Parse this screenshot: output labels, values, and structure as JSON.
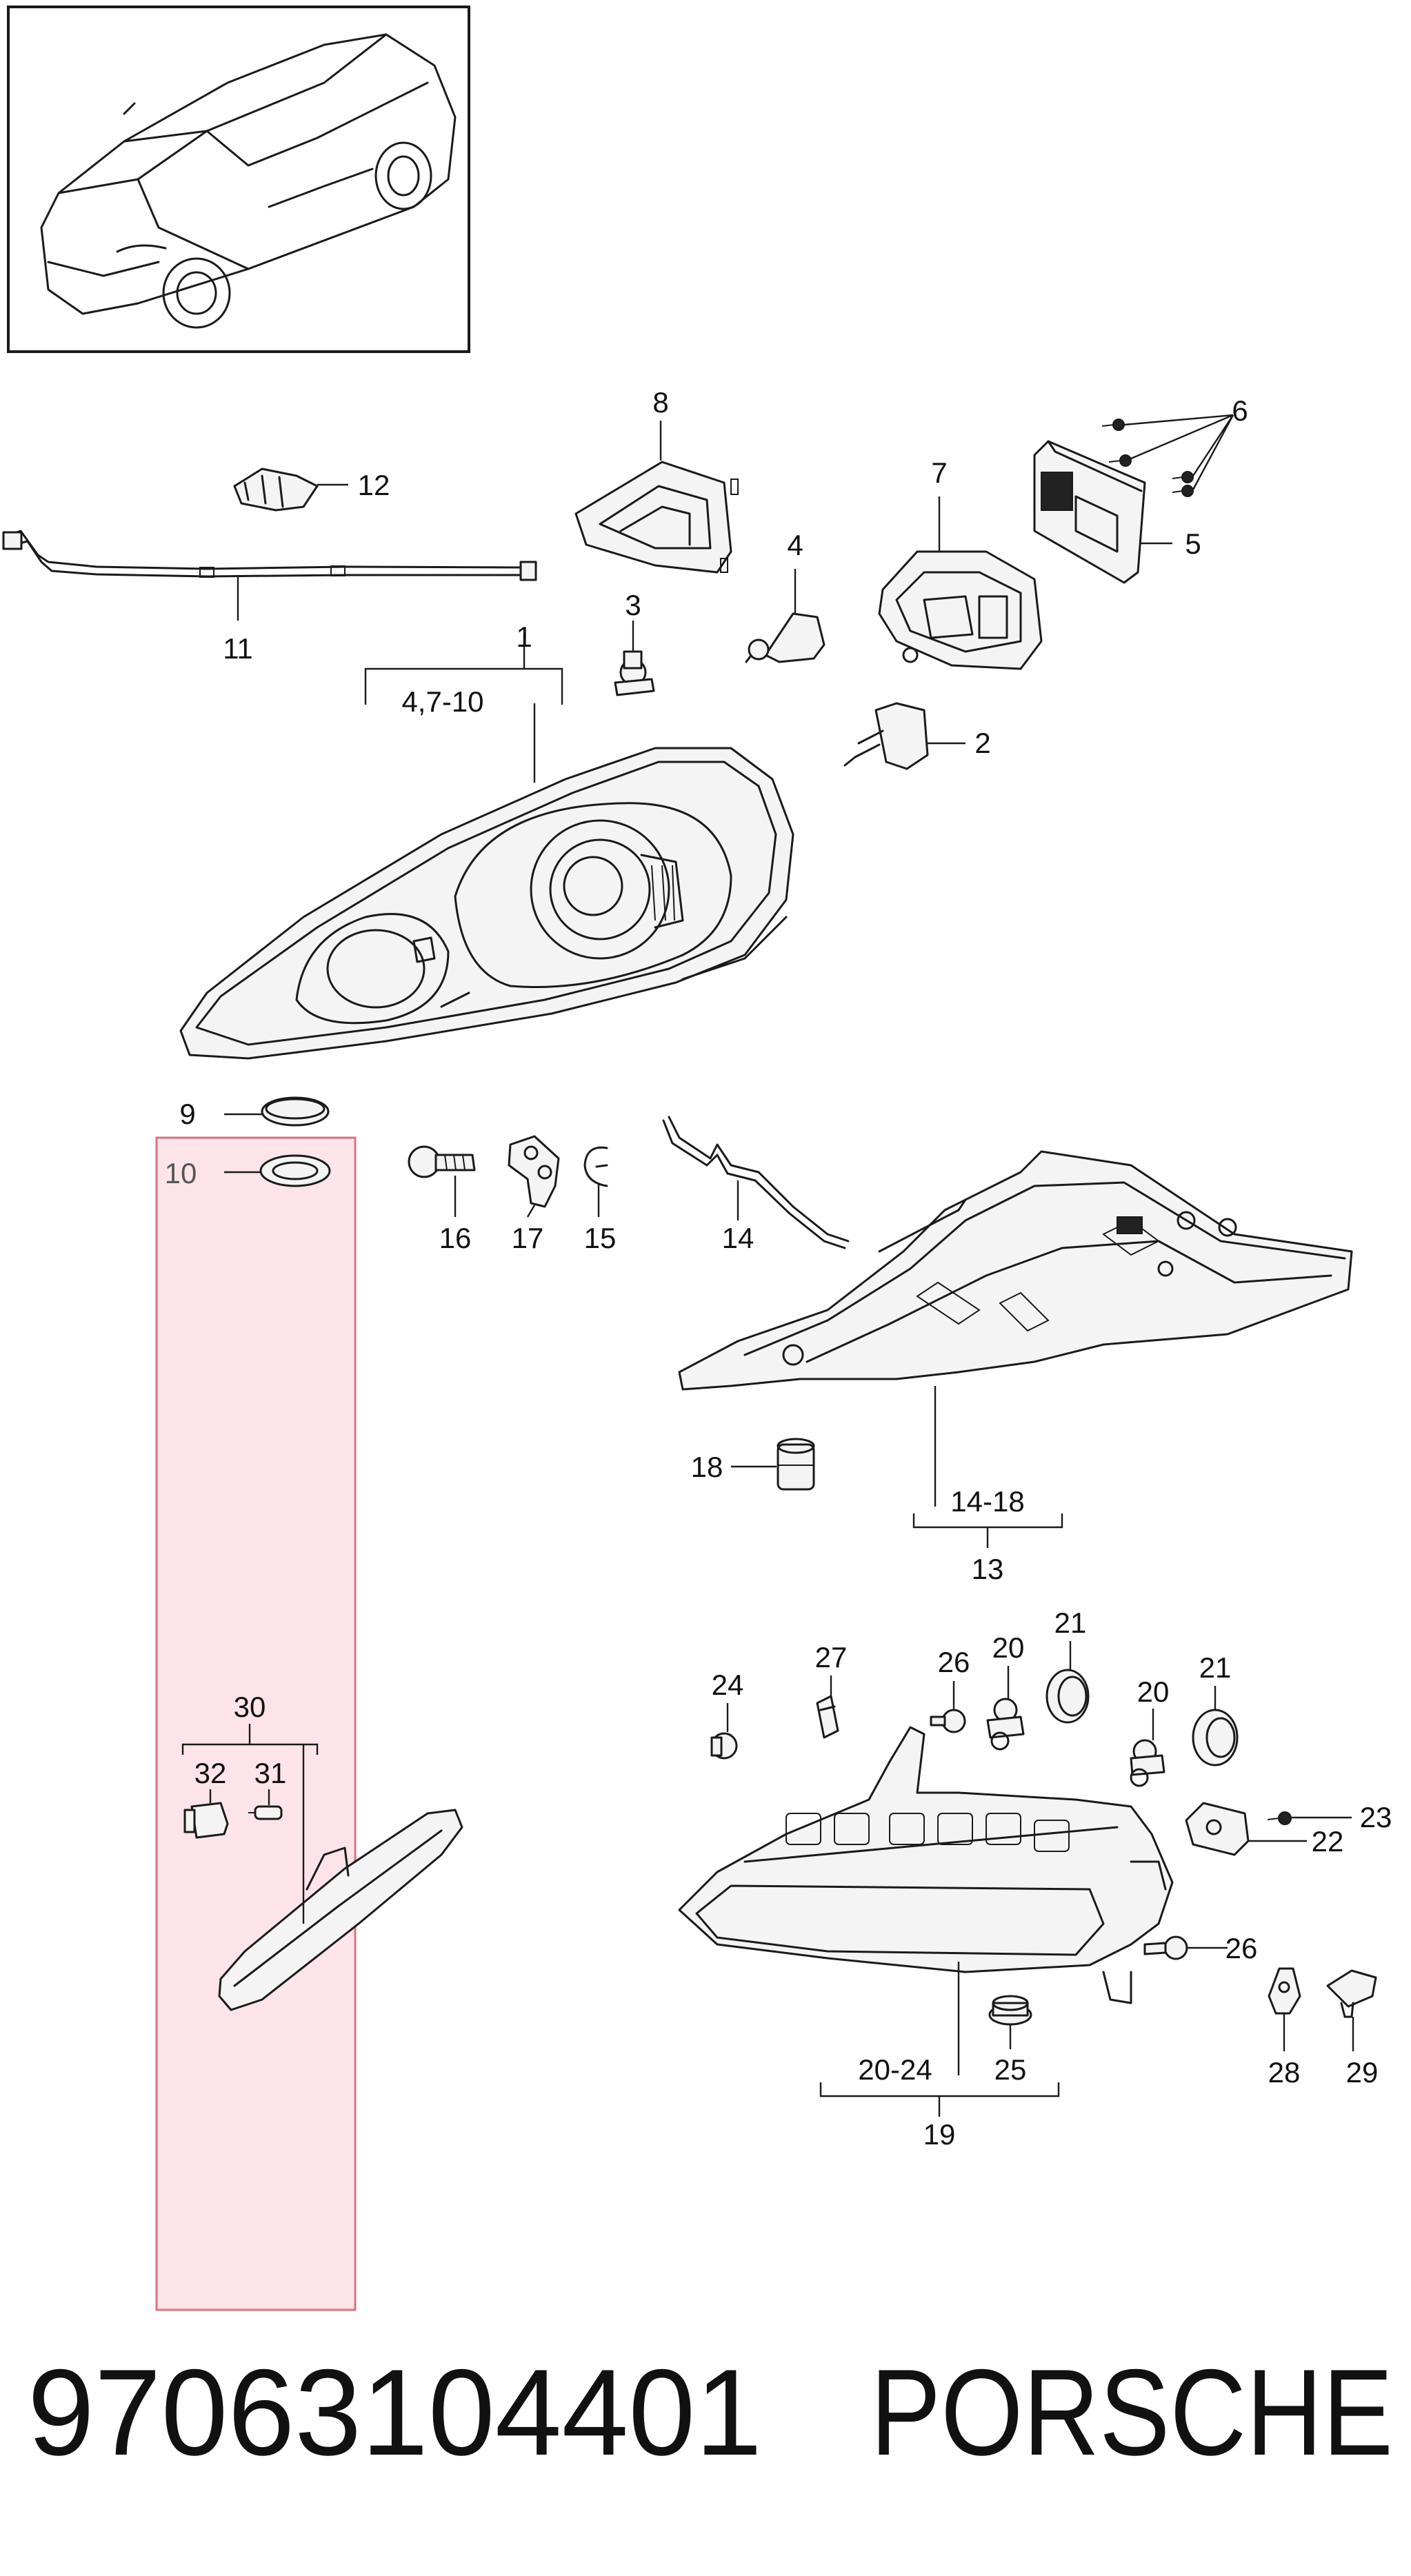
{
  "callouts": {
    "c1": "1",
    "c1_range": "4,7-10",
    "c2": "2",
    "c3": "3",
    "c4": "4",
    "c5": "5",
    "c6": "6",
    "c7": "7",
    "c8": "8",
    "c9": "9",
    "c10": "10",
    "c11": "11",
    "c12": "12",
    "c13": "13",
    "c13_range": "14-18",
    "c14": "14",
    "c15": "15",
    "c16": "16",
    "c17": "17",
    "c18": "18",
    "c19": "19",
    "c19_range": "20-24",
    "c20a": "20",
    "c20b": "20",
    "c21a": "21",
    "c21b": "21",
    "c22": "22",
    "c23": "23",
    "c24": "24",
    "c25": "25",
    "c26a": "26",
    "c26b": "26",
    "c27": "27",
    "c28": "28",
    "c29": "29",
    "c30": "30",
    "c31": "31",
    "c32": "32"
  },
  "footer": {
    "part_number": "97063104401",
    "brand": "PORSCHE"
  },
  "colors": {
    "highlight_fill": "#fde4ea",
    "highlight_stroke": "#d9737f",
    "line": "#1a1a1a"
  }
}
